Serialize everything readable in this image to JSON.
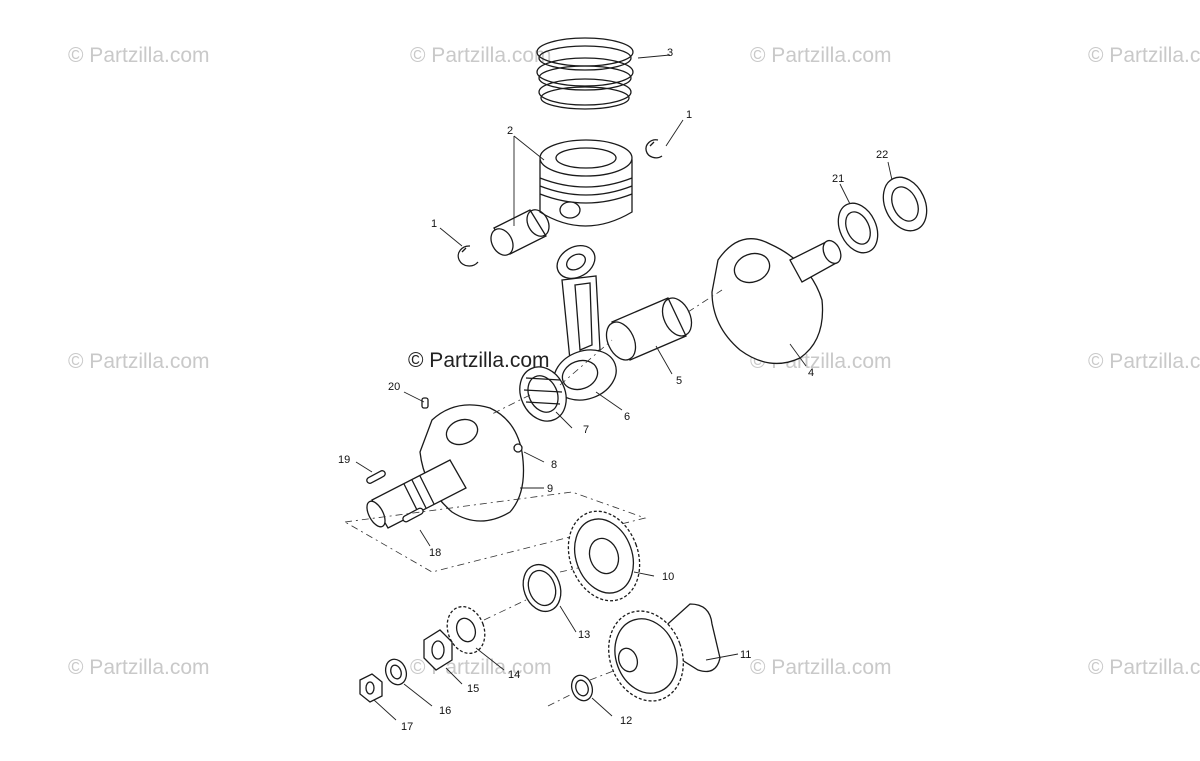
{
  "watermark": "© Partzilla.com",
  "center_watermark": "© Partzilla.com",
  "callouts": {
    "c1a": "1",
    "c1b": "1",
    "c2": "2",
    "c3": "3",
    "c4": "4",
    "c5": "5",
    "c6": "6",
    "c7": "7",
    "c8": "8",
    "c9": "9",
    "c10": "10",
    "c11": "11",
    "c12": "12",
    "c13": "13",
    "c14": "14",
    "c15": "15",
    "c16": "16",
    "c17": "17",
    "c18": "18",
    "c19": "19",
    "c20": "20",
    "c21": "21",
    "c22": "22"
  }
}
